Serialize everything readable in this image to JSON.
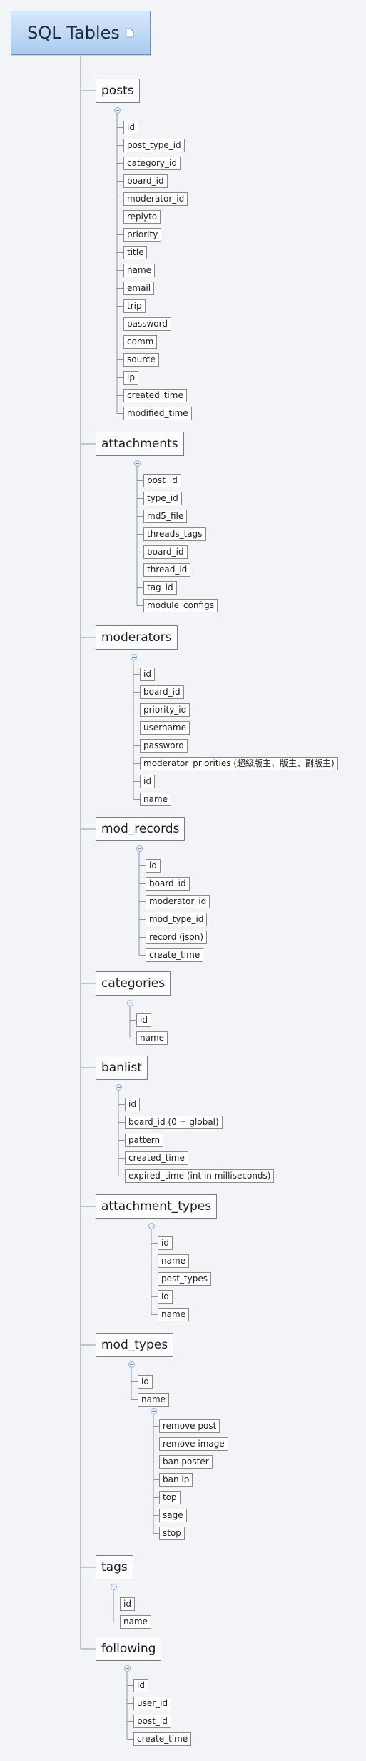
{
  "root": {
    "title": "SQL Tables",
    "icon": "note-icon"
  },
  "tables": [
    {
      "name": "posts",
      "fields": [
        {
          "label": "id"
        },
        {
          "label": "post_type_id"
        },
        {
          "label": "category_id"
        },
        {
          "label": "board_id"
        },
        {
          "label": "moderator_id"
        },
        {
          "label": "replyto"
        },
        {
          "label": "priority"
        },
        {
          "label": "title"
        },
        {
          "label": "name"
        },
        {
          "label": "email"
        },
        {
          "label": "trip"
        },
        {
          "label": "password"
        },
        {
          "label": "comm"
        },
        {
          "label": "source"
        },
        {
          "label": "ip"
        },
        {
          "label": "created_time"
        },
        {
          "label": "modified_time"
        }
      ]
    },
    {
      "name": "attachments",
      "fields": [
        {
          "label": "post_id"
        },
        {
          "label": "type_id"
        },
        {
          "label": "md5_file"
        },
        {
          "label": "threads_tags"
        },
        {
          "label": "board_id"
        },
        {
          "label": "thread_id"
        },
        {
          "label": "tag_id"
        },
        {
          "label": "module_configs"
        }
      ]
    },
    {
      "name": "moderators",
      "fields": [
        {
          "label": "id"
        },
        {
          "label": "board_id"
        },
        {
          "label": "priority_id"
        },
        {
          "label": "username"
        },
        {
          "label": "password"
        },
        {
          "label": "moderator_priorities (超級版主、版主、副版主)"
        },
        {
          "label": "id"
        },
        {
          "label": "name"
        }
      ]
    },
    {
      "name": "mod_records",
      "fields": [
        {
          "label": "id"
        },
        {
          "label": "board_id"
        },
        {
          "label": "moderator_id"
        },
        {
          "label": "mod_type_id"
        },
        {
          "label": "record (json)"
        },
        {
          "label": "create_time"
        }
      ]
    },
    {
      "name": "categories",
      "fields": [
        {
          "label": "id"
        },
        {
          "label": "name"
        }
      ]
    },
    {
      "name": "banlist",
      "fields": [
        {
          "label": "id"
        },
        {
          "label": "board_id (0 = global)"
        },
        {
          "label": "pattern"
        },
        {
          "label": "created_time"
        },
        {
          "label": "expired_time (int in milliseconds)"
        }
      ]
    },
    {
      "name": "attachment_types",
      "fields": [
        {
          "label": "id"
        },
        {
          "label": "name"
        },
        {
          "label": "post_types"
        },
        {
          "label": "id"
        },
        {
          "label": "name"
        }
      ]
    },
    {
      "name": "mod_types",
      "fields": [
        {
          "label": "id"
        },
        {
          "label": "name",
          "children": [
            "remove post",
            "remove image",
            "ban poster",
            "ban ip",
            "top",
            "sage",
            "stop"
          ]
        }
      ]
    },
    {
      "name": "tags",
      "fields": [
        {
          "label": "id"
        },
        {
          "label": "name"
        }
      ]
    },
    {
      "name": "following",
      "fields": [
        {
          "label": "id"
        },
        {
          "label": "user_id"
        },
        {
          "label": "post_id"
        },
        {
          "label": "create_time"
        }
      ]
    }
  ]
}
